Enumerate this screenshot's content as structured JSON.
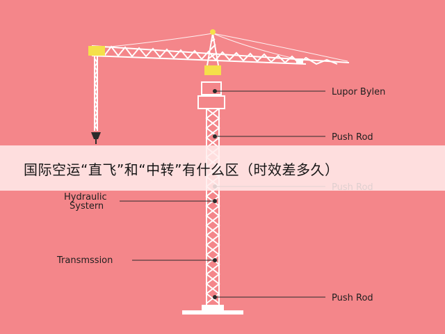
{
  "diagram": {
    "labels": {
      "top_right": "Lupor Bylen",
      "push_rod_upper": "Push Rod",
      "push_rod_middle": "Push Rod",
      "hydraulic_line1": "Hydraulic",
      "hydraulic_line2": "Systern",
      "transmission": "Transmssion",
      "push_rod_lower": "Push Rod"
    },
    "colors": {
      "background": "#f4868a",
      "structure": "#ffffff",
      "accent": "#f5e04a",
      "leader_line": "#2a2a2a"
    }
  },
  "banner": {
    "title": "国际空运“直飞”和“中转”有什么区（时效差多久）"
  }
}
